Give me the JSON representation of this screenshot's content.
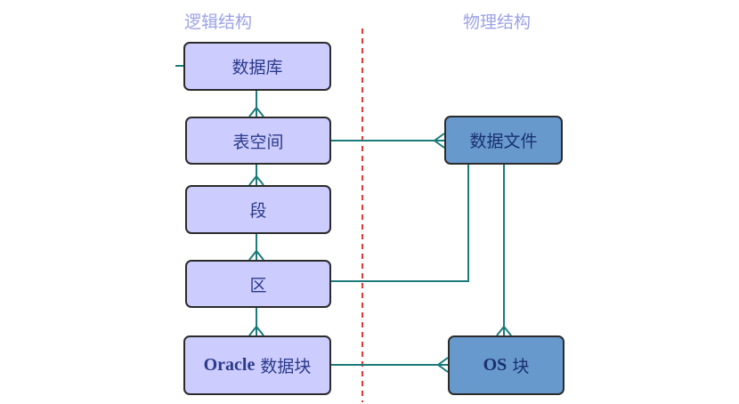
{
  "headers": {
    "logical": "逻辑结构",
    "physical": "物理结构"
  },
  "logical": {
    "database": "数据库",
    "tablespace": "表空间",
    "segment": "段",
    "extent": "区",
    "block_prefix": "Oracle",
    "block_suffix": " 数据块"
  },
  "physical": {
    "datafile": "数据文件",
    "os_block_prefix": "OS",
    "os_block_suffix": " 块"
  },
  "colors": {
    "logical_fill": "#ccccff",
    "physical_fill": "#6799cd",
    "connector": "#1b7a7a",
    "divider": "#e53935",
    "header_text": "#9ca2e6"
  }
}
